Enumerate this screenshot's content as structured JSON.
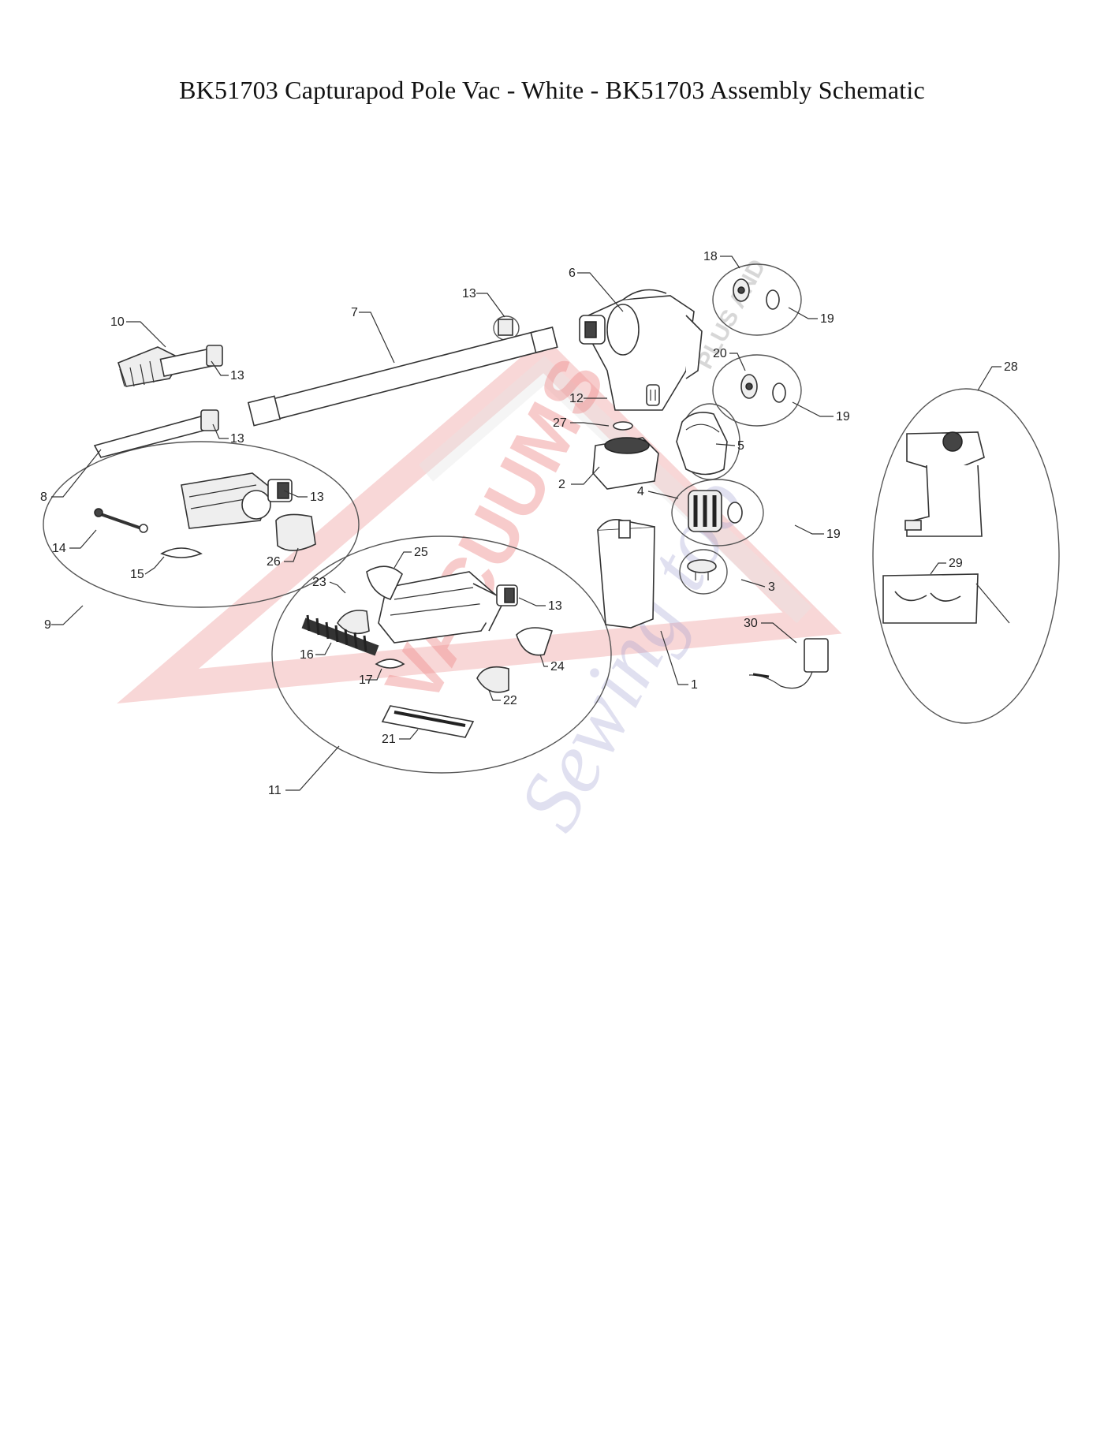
{
  "title": "BK51703 Capturapod Pole Vac - White - BK51703 Assembly Schematic",
  "watermark": {
    "text_primary": "VACUUMS",
    "text_secondary": "Sewing too",
    "text_small": "PLUS AND",
    "color_primary": "#e03030",
    "color_secondary": "#3a3aa0"
  },
  "callouts": {
    "c1": "1",
    "c2": "2",
    "c3": "3",
    "c4": "4",
    "c5": "5",
    "c6": "6",
    "c7": "7",
    "c8": "8",
    "c9": "9",
    "c10": "10",
    "c11": "11",
    "c12": "12",
    "c13a": "13",
    "c13b": "13",
    "c13c": "13",
    "c13d": "13",
    "c13e": "13",
    "c14": "14",
    "c15": "15",
    "c16": "16",
    "c17": "17",
    "c18": "18",
    "c19a": "19",
    "c19b": "19",
    "c19c": "19",
    "c20": "20",
    "c21": "21",
    "c22": "22",
    "c23": "23",
    "c24": "24",
    "c25": "25",
    "c26": "26",
    "c27": "27",
    "c28": "28",
    "c29": "29",
    "c30": "30"
  }
}
